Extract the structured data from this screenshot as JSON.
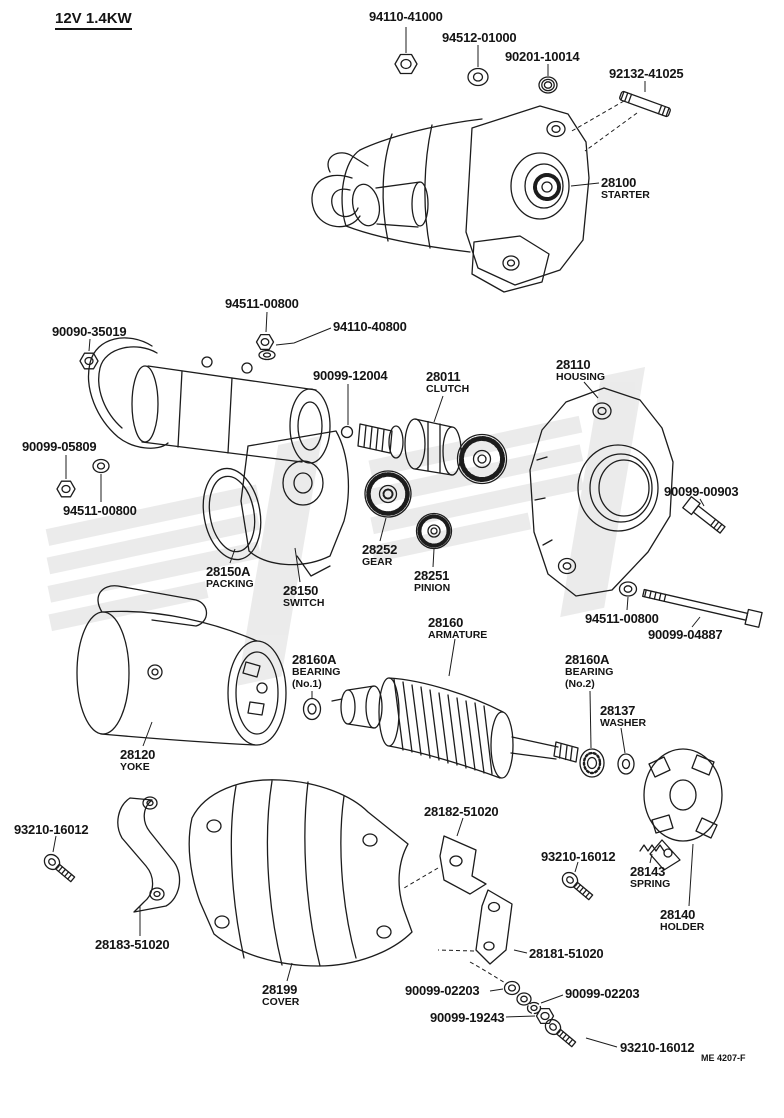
{
  "page": {
    "spec": "12V 1.4KW",
    "doc_code": "ME 4207-F"
  },
  "colors": {
    "ink": "#1c1c1c",
    "watermark": "#d8d8d8",
    "background": "#ffffff"
  },
  "labels": [
    {
      "lines": [
        "94110-41000"
      ]
    },
    {
      "lines": [
        "94512-01000"
      ]
    },
    {
      "lines": [
        "90201-10014"
      ]
    },
    {
      "lines": [
        "92132-41025"
      ]
    },
    {
      "lines": [
        "28100",
        "STARTER"
      ]
    },
    {
      "lines": [
        "94511-00800"
      ]
    },
    {
      "lines": [
        "94110-40800"
      ]
    },
    {
      "lines": [
        "90090-35019"
      ]
    },
    {
      "lines": [
        "90099-12004"
      ]
    },
    {
      "lines": [
        "28011",
        "CLUTCH"
      ]
    },
    {
      "lines": [
        "28110",
        "HOUSING"
      ]
    },
    {
      "lines": [
        "90099-05809"
      ]
    },
    {
      "lines": [
        "94511-00800"
      ]
    },
    {
      "lines": [
        "90099-00903"
      ]
    },
    {
      "lines": [
        "28150A",
        "PACKING"
      ]
    },
    {
      "lines": [
        "28150",
        "SWITCH"
      ]
    },
    {
      "lines": [
        "28252",
        "GEAR"
      ]
    },
    {
      "lines": [
        "28251",
        "PINION"
      ]
    },
    {
      "lines": [
        "94511-00800"
      ]
    },
    {
      "lines": [
        "90099-04887"
      ]
    },
    {
      "lines": [
        "28160",
        "ARMATURE"
      ]
    },
    {
      "lines": [
        "28160A",
        "BEARING",
        "(No.1)"
      ]
    },
    {
      "lines": [
        "28160A",
        "BEARING",
        "(No.2)"
      ]
    },
    {
      "lines": [
        "28137",
        "WASHER"
      ]
    },
    {
      "lines": [
        "28120",
        "YOKE"
      ]
    },
    {
      "lines": [
        "28182-51020"
      ]
    },
    {
      "lines": [
        "93210-16012"
      ]
    },
    {
      "lines": [
        "93210-16012"
      ]
    },
    {
      "lines": [
        "28143",
        "SPRING"
      ]
    },
    {
      "lines": [
        "28140",
        "HOLDER"
      ]
    },
    {
      "lines": [
        "28183-51020"
      ]
    },
    {
      "lines": [
        "28199",
        "COVER"
      ]
    },
    {
      "lines": [
        "28181-51020"
      ]
    },
    {
      "lines": [
        "90099-02203"
      ]
    },
    {
      "lines": [
        "90099-02203"
      ]
    },
    {
      "lines": [
        "90099-19243"
      ]
    },
    {
      "lines": [
        "93210-16012"
      ]
    }
  ]
}
